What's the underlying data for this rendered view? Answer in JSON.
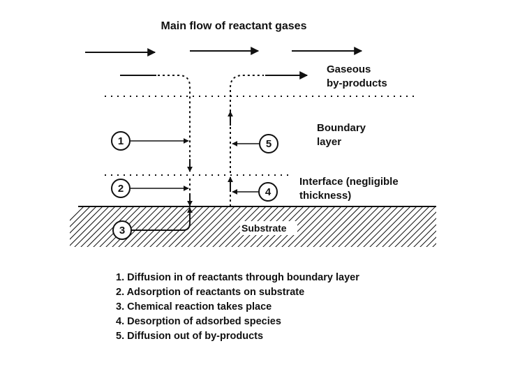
{
  "title": "Main flow of reactant gases",
  "labels": {
    "byproducts_line1": "Gaseous",
    "byproducts_line2": "by-products",
    "boundary_line1": "Boundary",
    "boundary_line2": "layer",
    "interface_line1": "Interface (negligible",
    "interface_line2": "thickness)",
    "substrate": "Substrate"
  },
  "markers": [
    "1",
    "2",
    "3",
    "4",
    "5"
  ],
  "legend": [
    "1.  Diffusion in of reactants through boundary layer",
    "2.  Adsorption of reactants on substrate",
    "3.  Chemical reaction takes place",
    "4.  Desorption of adsorbed species",
    "5.  Diffusion out of by-products"
  ],
  "colors": {
    "ink": "#111111",
    "background": "#ffffff"
  }
}
